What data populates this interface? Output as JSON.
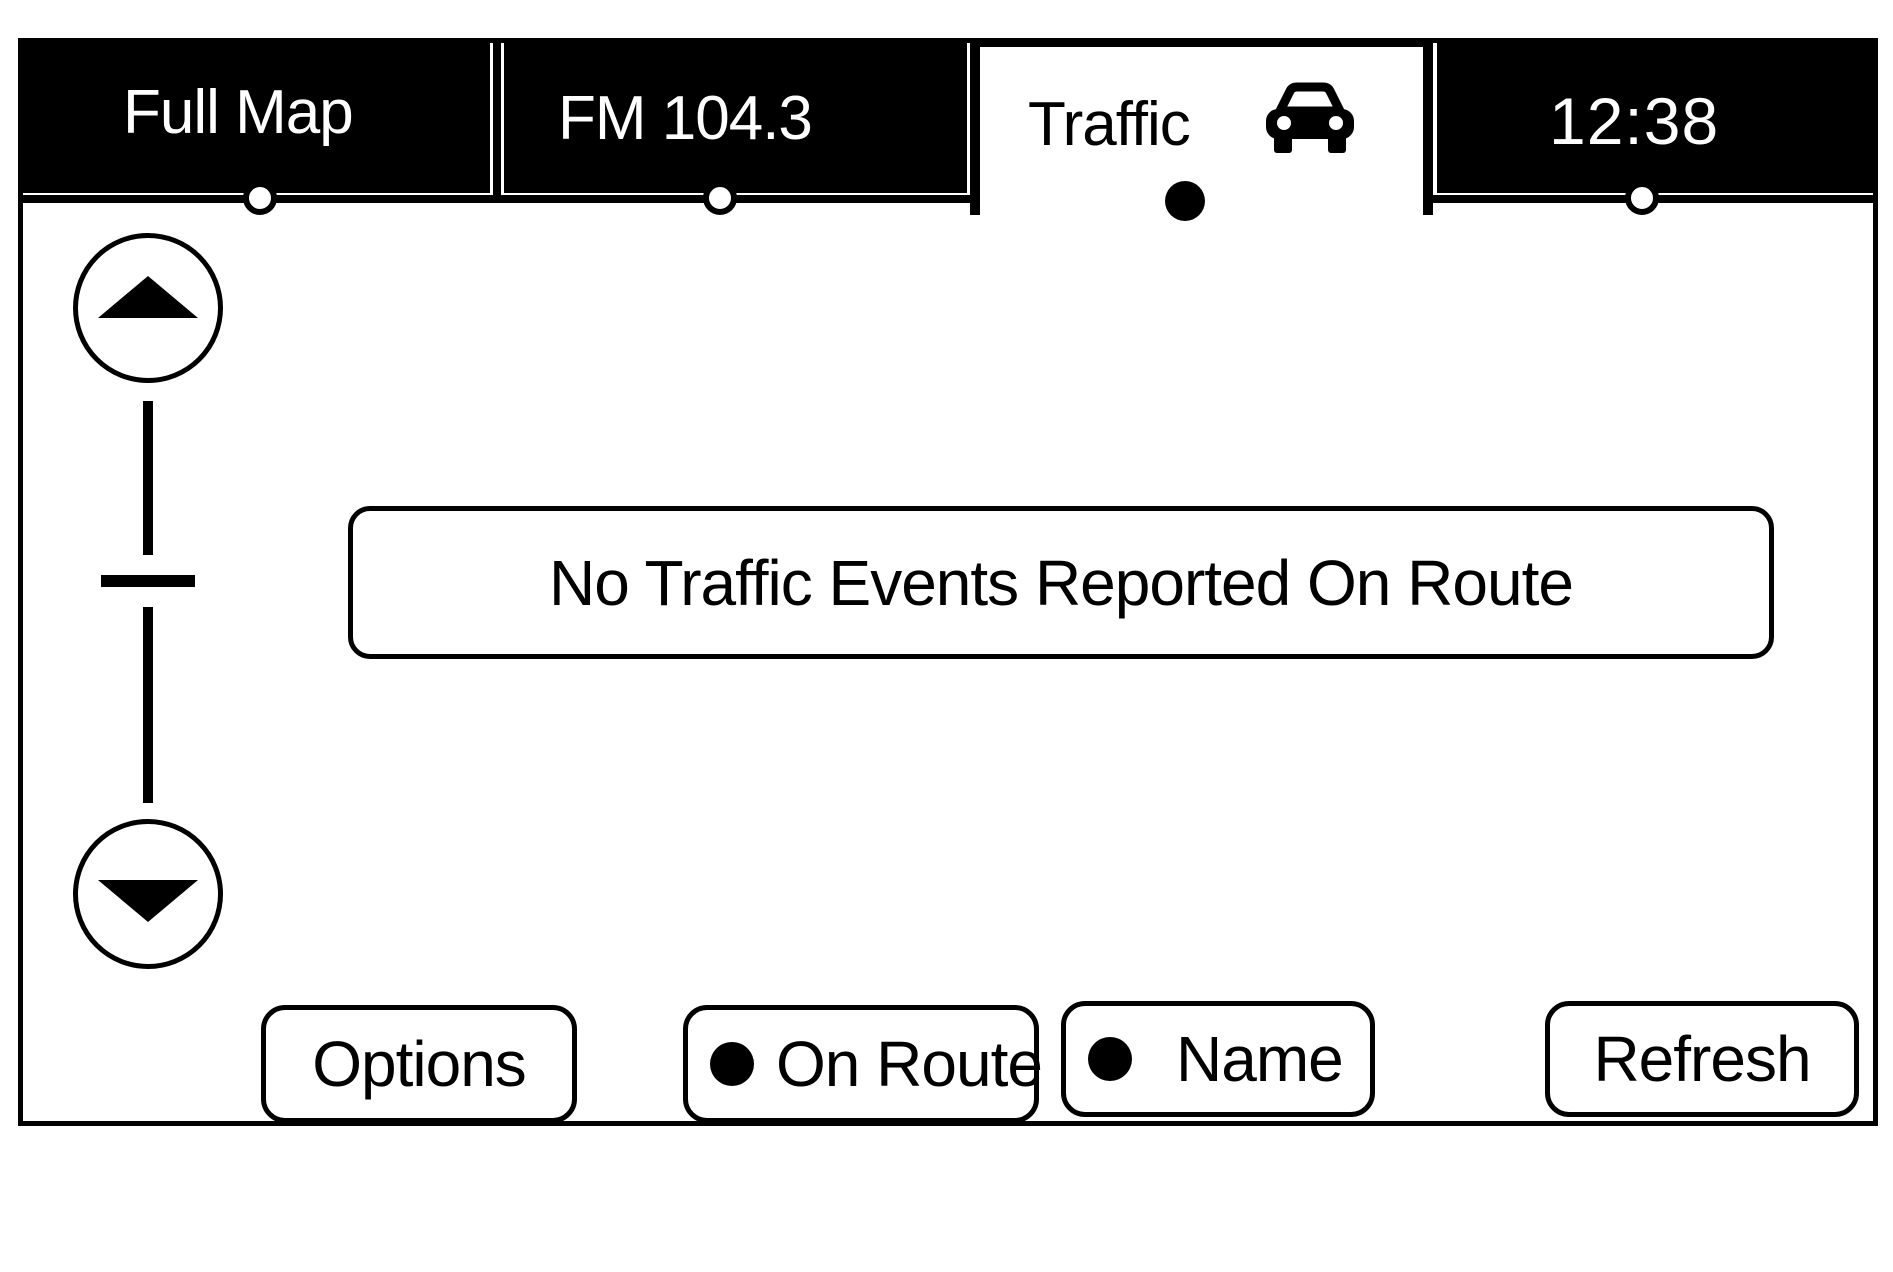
{
  "tabs": [
    {
      "label": "Full Map",
      "active": false
    },
    {
      "label": "FM 104.3",
      "active": false
    },
    {
      "label": "Traffic",
      "active": true,
      "icon": "car-icon"
    },
    {
      "label": "12:38",
      "active": false
    }
  ],
  "scroll": {
    "up_icon": "triangle-up-icon",
    "down_icon": "triangle-down-icon"
  },
  "message": "No Traffic Events Reported On Route",
  "buttons": {
    "options": "Options",
    "on_route": "On Route",
    "name": "Name",
    "refresh": "Refresh"
  },
  "colors": {
    "foreground": "#000000",
    "background": "#ffffff"
  }
}
